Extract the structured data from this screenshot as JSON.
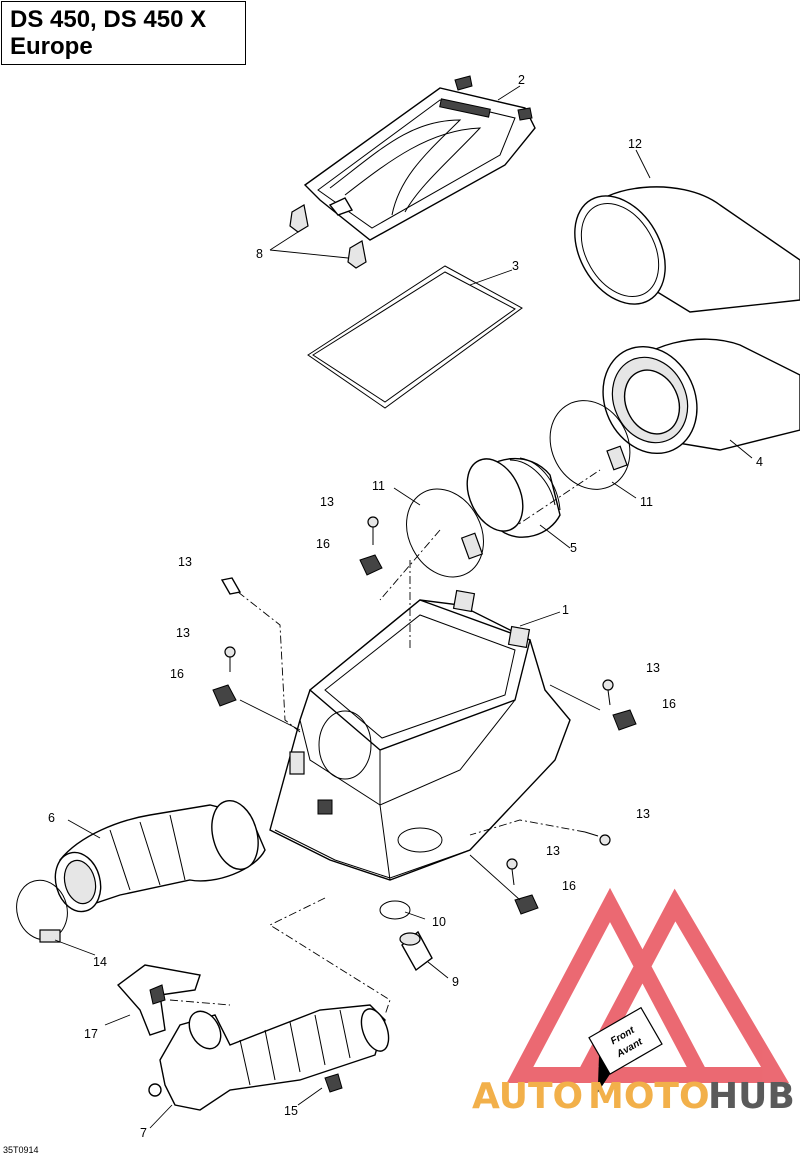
{
  "title": {
    "line1": "DS 450, DS 450 X",
    "line2": "Europe"
  },
  "drawing_code": "35T0914",
  "callouts": [
    "1",
    "2",
    "3",
    "4",
    "5",
    "6",
    "7",
    "8",
    "9",
    "10",
    "11",
    "11",
    "12",
    "13",
    "13",
    "13",
    "13",
    "13",
    "13",
    "14",
    "15",
    "16",
    "16",
    "16",
    "16",
    "17"
  ],
  "front_tag": {
    "line1": "Front",
    "line2": "Avant"
  },
  "watermark": {
    "part_a": "AUTO",
    "part_b": "MOTO",
    "part_c": "HUB"
  },
  "colors": {
    "watermark_red": "#e8505a",
    "watermark_orange": "#f2b04a",
    "watermark_gray": "#5a5a5a",
    "line": "#000000"
  }
}
